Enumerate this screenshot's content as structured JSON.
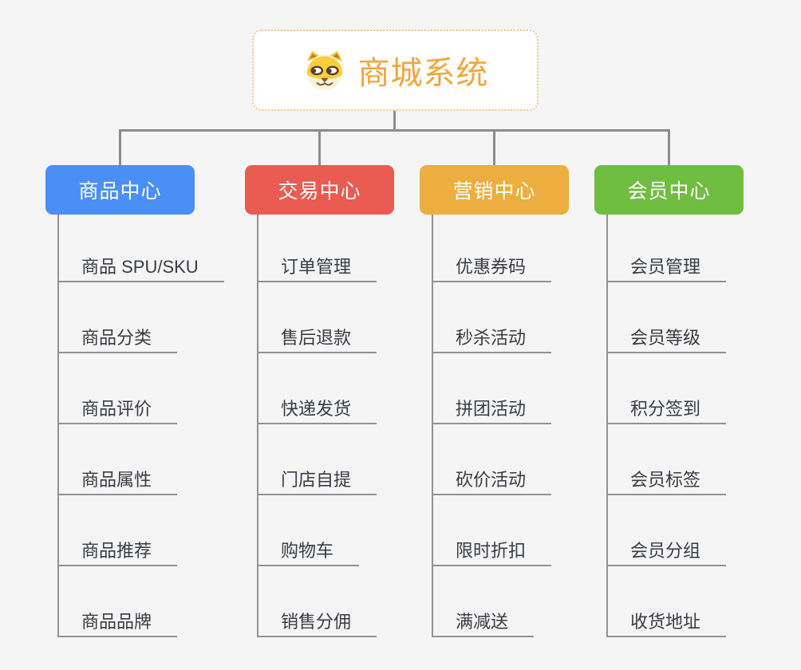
{
  "app": {
    "background_color": "#f5f5f6",
    "connector_color": "#8a8c8e"
  },
  "root": {
    "label": "商城系统",
    "icon": "shiba-dog-icon",
    "text_color": "#f0a63c",
    "border_color": "#f2c283"
  },
  "branches": [
    {
      "id": "product-center",
      "label": "商品中心",
      "color": "#4a8ff5",
      "children": [
        "商品 SPU/SKU",
        "商品分类",
        "商品评价",
        "商品属性",
        "商品推荐",
        "商品品牌"
      ]
    },
    {
      "id": "trade-center",
      "label": "交易中心",
      "color": "#ea5b52",
      "children": [
        "订单管理",
        "售后退款",
        "快递发货",
        "门店自提",
        "购物车",
        "销售分佣"
      ]
    },
    {
      "id": "marketing-center",
      "label": "营销中心",
      "color": "#ecae3e",
      "children": [
        "优惠券码",
        "秒杀活动",
        "拼团活动",
        "砍价活动",
        "限时折扣",
        "满减送"
      ]
    },
    {
      "id": "member-center",
      "label": "会员中心",
      "color": "#70be41",
      "children": [
        "会员管理",
        "会员等级",
        "积分签到",
        "会员标签",
        "会员分组",
        "收货地址"
      ]
    }
  ]
}
